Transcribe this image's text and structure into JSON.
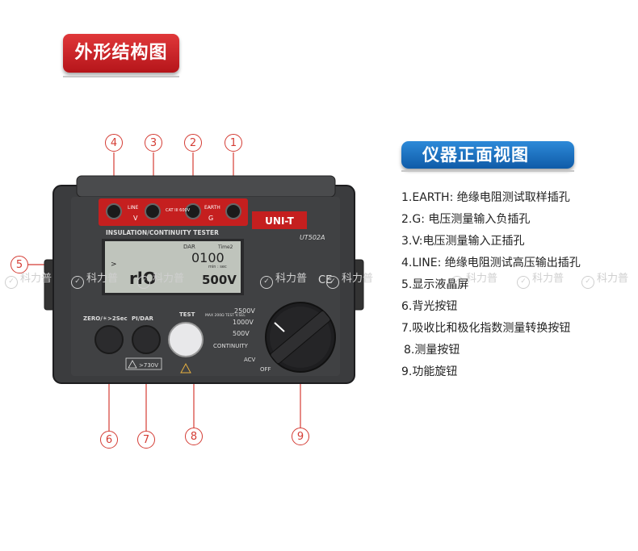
{
  "header": {
    "title": "外形结构图"
  },
  "section": {
    "title": "仪器正面视图"
  },
  "legend": [
    "1.EARTH: 绝缘电阻测试取样插孔",
    "2.G: 电压测量输入负插孔",
    "3.V:电压测量输入正插孔",
    "4.LINE: 绝缘电阻测试高压输出插孔",
    "5.显示液晶屏",
    "6.背光按钮",
    "7.吸收比和极化指数测量转换按钮",
    "8.测量按钮",
    "9.功能旋钮"
  ],
  "callouts": [
    "1",
    "2",
    "3",
    "4",
    "5",
    "6",
    "7",
    "8",
    "9"
  ],
  "device": {
    "brand": "UNI-T",
    "model": "UT502A",
    "panel_label": "INSULATION/CONTINUITY TESTER",
    "jacks": {
      "line": "LINE",
      "v": "V",
      "earth": "EARTH",
      "g": "G",
      "cat": "CAT III 600V"
    },
    "lcd": {
      "dar": "DAR",
      "time": "Time2",
      "value_main": "0100",
      "units": "min : sec",
      "arrow": ">",
      "value_left": "rlO",
      "value_right": "500V"
    },
    "buttons": {
      "zero": "ZERO/☀>2Sec",
      "pidar": "PI/DAR",
      "test": "TEST",
      "warning": ">730V"
    },
    "dial": {
      "positions": [
        "2500V",
        "1000V",
        "500V",
        "CONTINUITY",
        "ACV",
        "OFF"
      ],
      "note": "MAX 200Ω TEST V.SEL"
    },
    "ce": "CE"
  },
  "watermark": {
    "text": "科力普",
    "mark": "✓"
  },
  "colors": {
    "accent_red": "#d43c34",
    "badge_blue": "#1a6fc4",
    "device_body": "#3b3c3e"
  }
}
